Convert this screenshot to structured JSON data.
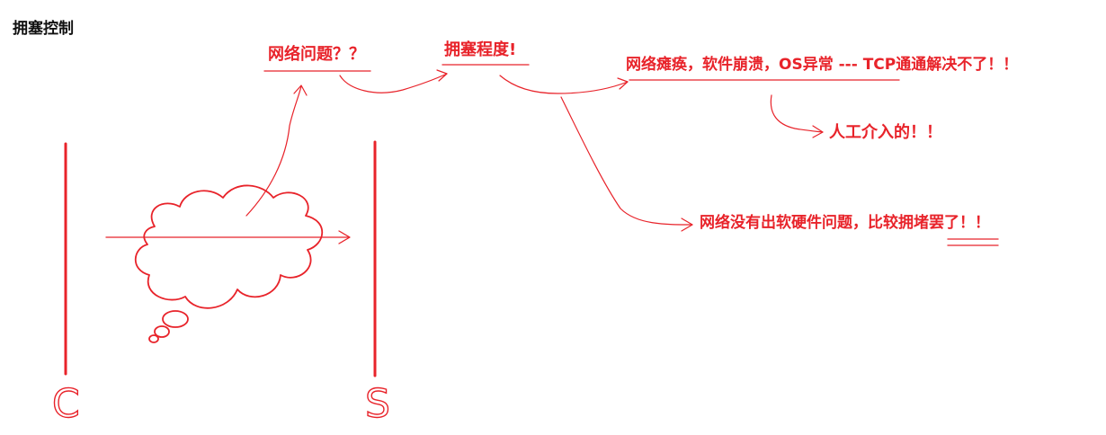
{
  "page_title": "拥塞控制",
  "colors": {
    "ink": "#e8232a",
    "title": "#111111",
    "background": "#ffffff"
  },
  "notes": {
    "network_question": "网络问题？？",
    "congestion_level": "拥塞程度!",
    "network_paralysis": "网络瘫痪，软件崩溃，OS异常 --- TCP通通解决不了！！",
    "manual_intervention": "人工介入的！！",
    "mild_congestion": "网络没有出软硬件问题，比较拥堵罢了！！"
  },
  "endpoints": {
    "client": "C",
    "server": "S"
  }
}
